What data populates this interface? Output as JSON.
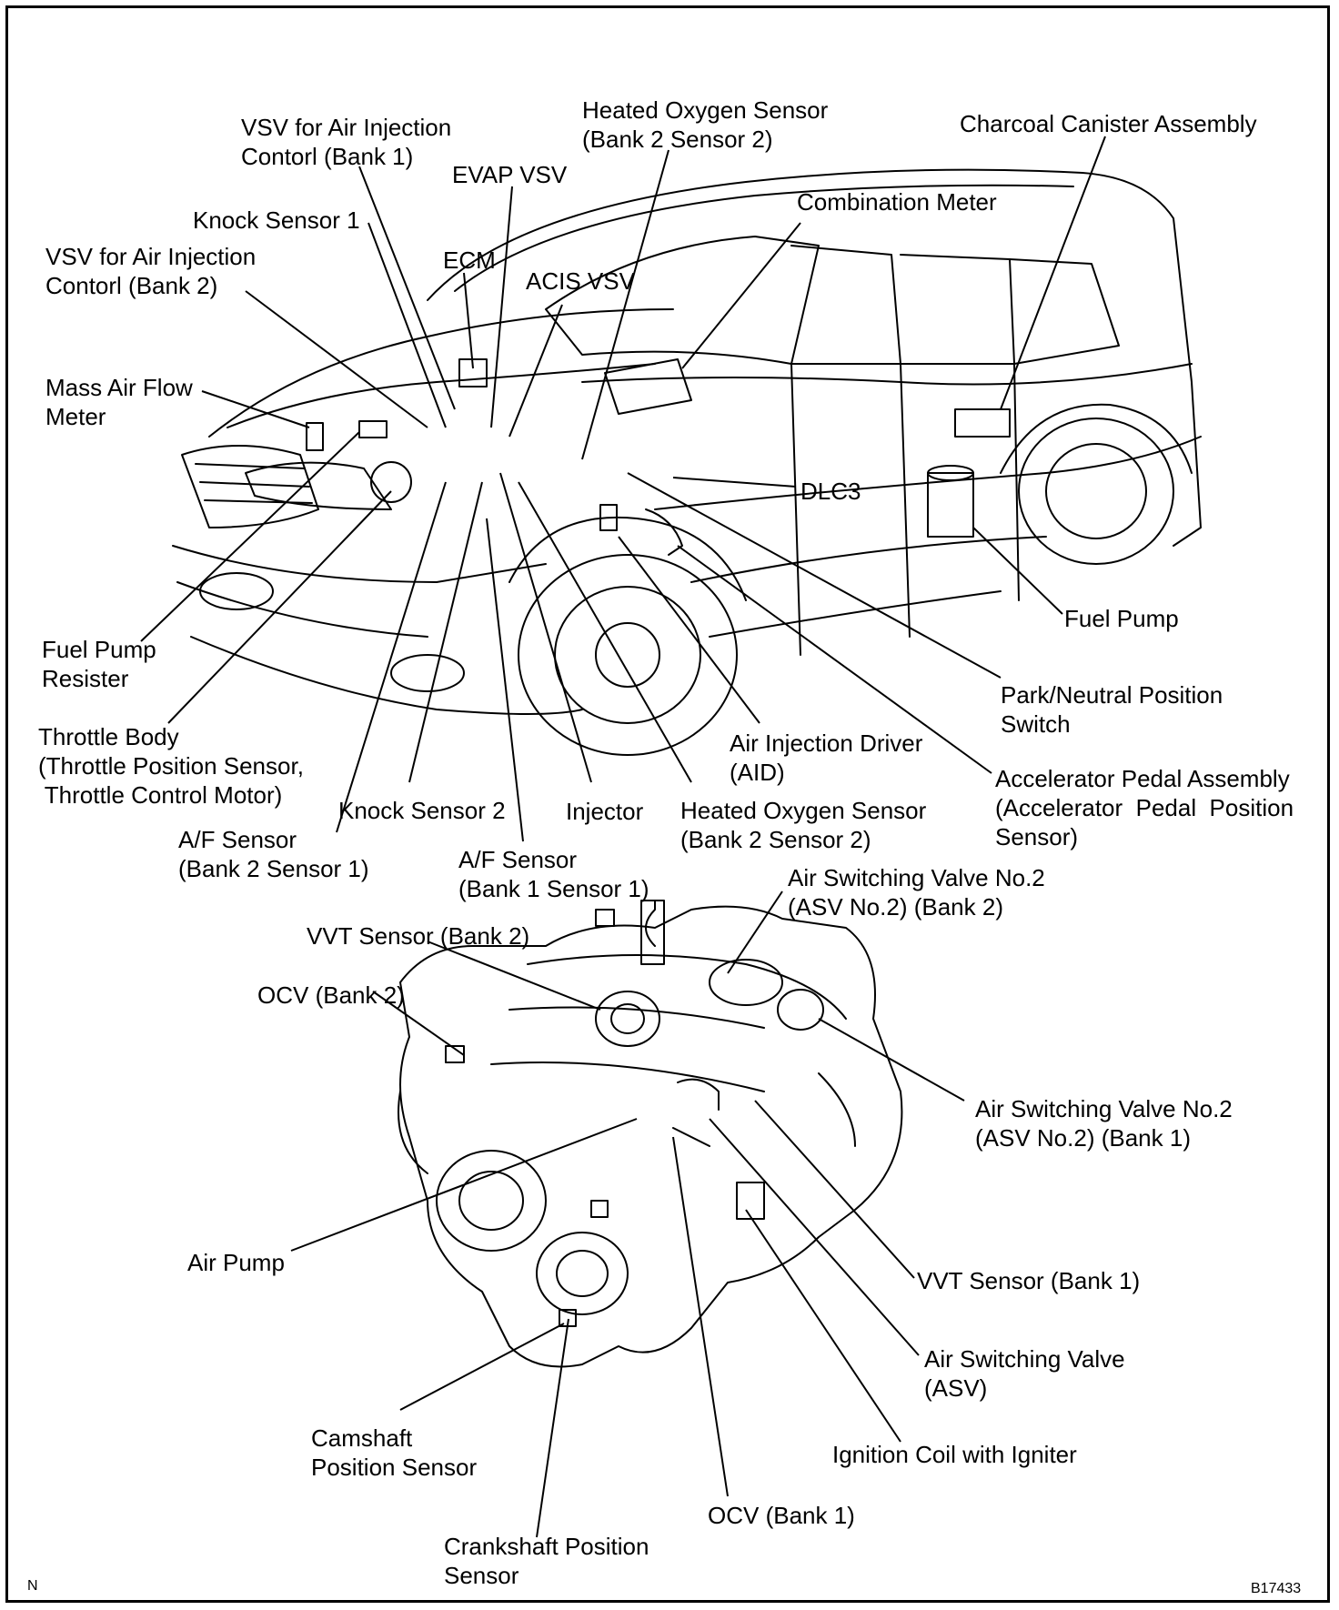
{
  "diagram": {
    "corner_left": "N",
    "figure_id": "B17433",
    "labels": {
      "vsv_air_injection_bank1": "VSV for Air Injection\nContorl (Bank 1)",
      "hos_bank2_sensor2_top": "Heated Oxygen Sensor\n(Bank 2 Sensor 2)",
      "charcoal_canister": "Charcoal Canister Assembly",
      "evap_vsv": "EVAP VSV",
      "combination_meter": "Combination Meter",
      "knock_sensor_1": "Knock Sensor 1",
      "vsv_air_injection_bank2": "VSV for Air Injection\nContorl (Bank 2)",
      "ecm": "ECM",
      "acis_vsv": "ACIS VSV",
      "mass_air_flow_meter": "Mass Air Flow\nMeter",
      "dlc3": "DLC3",
      "fuel_pump": "Fuel Pump",
      "fuel_pump_resister": "Fuel Pump\nResister",
      "park_neutral_switch": "Park/Neutral Position\nSwitch",
      "throttle_body": "Throttle Body\n(Throttle Position Sensor,\n Throttle Control Motor)",
      "air_injection_driver": "Air Injection Driver\n(AID)",
      "accelerator_pedal": "Accelerator Pedal Assembly\n(Accelerator  Pedal  Position\nSensor)",
      "af_sensor_bank2": "A/F Sensor\n(Bank 2 Sensor 1)",
      "knock_sensor_2": "Knock Sensor 2",
      "injector": "Injector",
      "hos_bank2_sensor2_bottom": "Heated Oxygen Sensor\n(Bank 2 Sensor 2)",
      "af_sensor_bank1": "A/F Sensor\n(Bank 1 Sensor 1)",
      "asv2_bank2": "Air Switching Valve No.2\n(ASV No.2) (Bank 2)",
      "vvt_sensor_bank2": "VVT Sensor (Bank 2)",
      "ocv_bank2": "OCV (Bank 2)",
      "asv2_bank1": "Air Switching Valve No.2\n(ASV No.2) (Bank 1)",
      "air_pump": "Air Pump",
      "vvt_sensor_bank1": "VVT Sensor (Bank 1)",
      "air_switching_valve": "Air Switching Valve\n(ASV)",
      "camshaft_position_sensor": "Camshaft\nPosition Sensor",
      "ignition_coil": "Ignition Coil with Igniter",
      "ocv_bank1": "OCV (Bank 1)",
      "crankshaft_position_sensor": "Crankshaft Position\nSensor"
    }
  }
}
